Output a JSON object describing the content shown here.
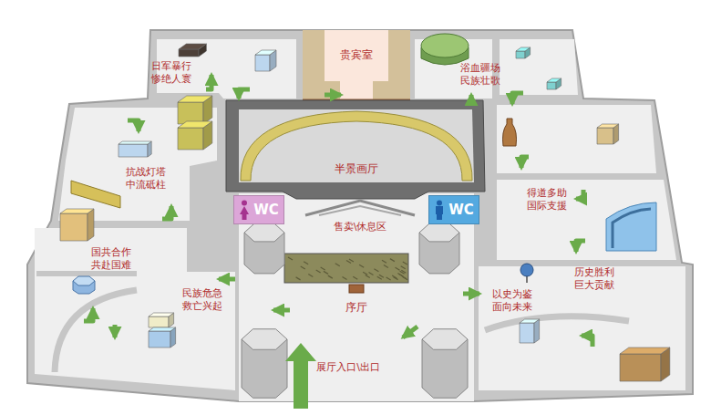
{
  "diagram": {
    "nodes": [
      {
        "text": [
          "贵宾室"
        ]
      },
      {
        "text": [
          "半景画厅"
        ]
      },
      {
        "text": [
          "WC"
        ]
      },
      {
        "text": [
          "WC"
        ]
      }
    ],
    "labels": [
      "日军暴行 惨绝人寰",
      "浴血疆场 民族壮歌",
      "抗战灯塔 中流砥柱",
      "售卖\\休息区",
      "得道多助 国际支援",
      "国共合作 共赴国难",
      "历史胜利 巨大贡献",
      "民族危急 救亡兴起",
      "以史为鉴 面向未来",
      "序厅",
      "展厅入口\\出口"
    ]
  }
}
